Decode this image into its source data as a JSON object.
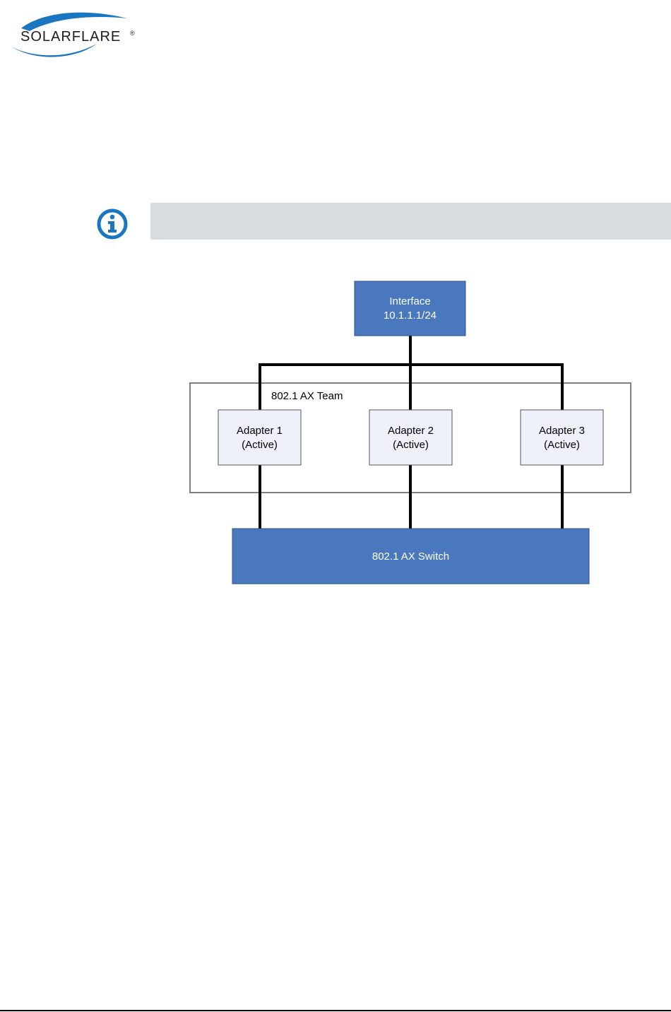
{
  "header": {
    "brand_name": "SOLARFLARE",
    "brand_mark": "®"
  },
  "note": {
    "icon": "info-icon",
    "text": ""
  },
  "diagram": {
    "interface": {
      "line1": "Interface",
      "line2": "10.1.1.1/24"
    },
    "team_label": "802.1 AX Team",
    "adapters": [
      {
        "line1": "Adapter 1",
        "line2": "(Active)"
      },
      {
        "line1": "Adapter 2",
        "line2": "(Active)"
      },
      {
        "line1": "Adapter 3",
        "line2": "(Active)"
      }
    ],
    "switch_label": "802.1 AX Switch"
  },
  "colors": {
    "brand_blue": "#1a76c0",
    "box_blue": "#4a78be",
    "adapter_fill": "#eef1f9",
    "note_gray": "#d9dcdf"
  }
}
